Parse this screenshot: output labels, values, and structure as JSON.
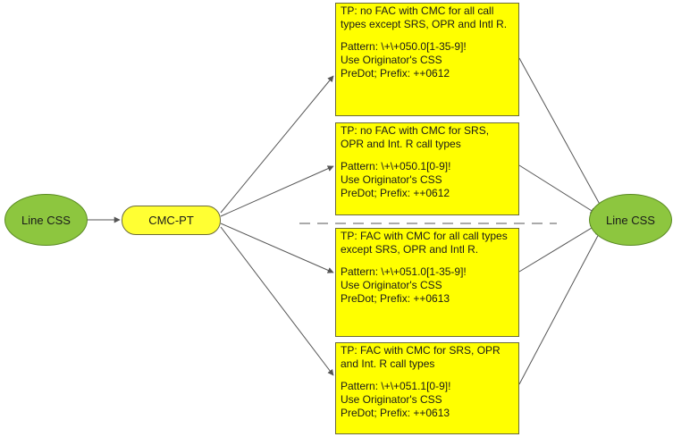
{
  "colors": {
    "node_green": "#8dc63f",
    "node_green_border": "#5a8a23",
    "pill_yellow": "#ffff33",
    "box_yellow": "#ffff00",
    "box_border": "#6b6b3a",
    "arrow": "#555555",
    "dash": "#777777"
  },
  "nodes": {
    "source": "Line CSS",
    "pt": "CMC-PT",
    "target": "Line CSS"
  },
  "boxes": [
    {
      "title": "TP: no FAC with CMC for all call types except SRS, OPR and Intl R.",
      "pattern": "Pattern: \\+\\+050.0[1-35-9]!",
      "css": "Use Originator's CSS",
      "prefix": "PreDot; Prefix: ++0612"
    },
    {
      "title": "TP: no FAC with CMC for SRS, OPR and Int. R call types",
      "pattern": "Pattern: \\+\\+050.1[0-9]!",
      "css": "Use Originator's CSS",
      "prefix": "PreDot; Prefix: ++0612"
    },
    {
      "title": "TP: FAC with CMC for all call types except SRS, OPR and Intl R.",
      "pattern": "Pattern: \\+\\+051.0[1-35-9]!",
      "css": "Use Originator's CSS",
      "prefix": "PreDot; Prefix: ++0613"
    },
    {
      "title": "TP: FAC with CMC for SRS, OPR and Int. R call types",
      "pattern": "Pattern: \\+\\+051.1[0-9]!",
      "css": "Use Originator's CSS",
      "prefix": "PreDot; Prefix: ++0613"
    }
  ]
}
